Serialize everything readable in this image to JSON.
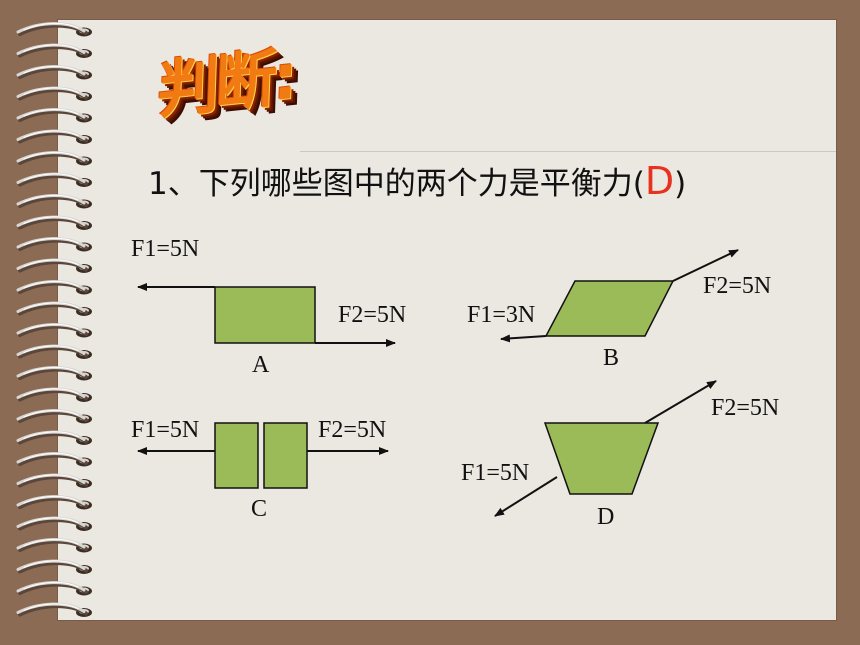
{
  "slide": {
    "title": "判断:",
    "question": {
      "prefix": "1、下列哪些图中的两个力是平衡力(",
      "answer": "D",
      "suffix": ")"
    }
  },
  "figures": {
    "A": {
      "caption": "A",
      "f1": "F1=5N",
      "f2": "F2=5N"
    },
    "B": {
      "caption": "B",
      "f1": "F1=3N",
      "f2": "F2=5N"
    },
    "C": {
      "caption": "C",
      "f1": "F1=5N",
      "f2": "F2=5N"
    },
    "D": {
      "caption": "D",
      "f1": "F1=5N",
      "f2": "F2=5N"
    }
  },
  "colors": {
    "shape_fill": "#9bbb59",
    "answer": "#e83220",
    "title": "#f27a12",
    "paper": "#ebe7e1",
    "frame": "#8c6b55"
  }
}
